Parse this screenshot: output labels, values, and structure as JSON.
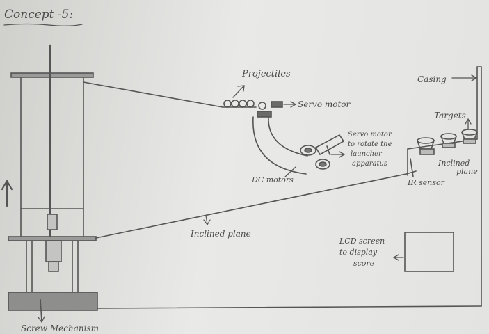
{
  "title": "Concept -5:",
  "labels": {
    "projectiles": "Projectiles",
    "servo_motor_top": "Servo motor",
    "casing": "Casing",
    "targets": "Targets",
    "servo_rotate_1": "Servo motor",
    "servo_rotate_2": "to rotate the",
    "servo_rotate_3": "launcher",
    "servo_rotate_4": "apparatus",
    "dc_motors": "DC motors",
    "inclined_plane_right_1": "Inclined",
    "inclined_plane_right_2": "plane",
    "ir_sensor": "IR sensor",
    "inclined_plane_main": "Inclined plane",
    "lcd_1": "LCD screen",
    "lcd_2": "to display",
    "lcd_3": "score",
    "screw_mechanism": "Screw Mechanism"
  },
  "colors": {
    "pencil": "#555555",
    "paper": "#e6e6e4"
  }
}
